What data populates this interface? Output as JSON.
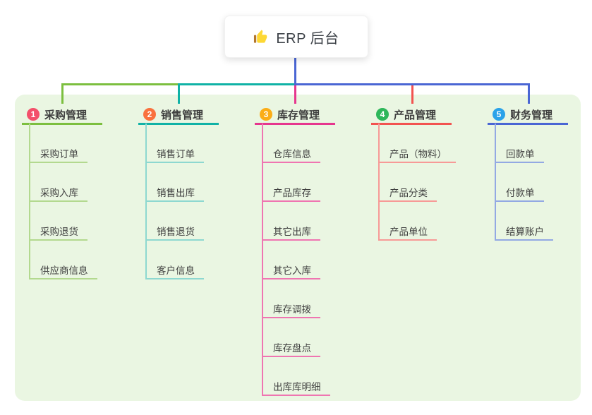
{
  "canvas_bg": "#eaf6e2",
  "root": {
    "label": "ERP 后台",
    "icon": "thumbs-up-icon",
    "icon_color": "#fdd835"
  },
  "branches": [
    {
      "badge": "1",
      "label": "采购管理",
      "badge_color": "#f3506b",
      "line_color": "#7cbf3f",
      "child_line_color": "#b3d98f",
      "children": [
        "采购订单",
        "采购入库",
        "采购退货",
        "供应商信息"
      ]
    },
    {
      "badge": "2",
      "label": "销售管理",
      "badge_color": "#f9713d",
      "line_color": "#10b2a6",
      "child_line_color": "#8ed8d0",
      "children": [
        "销售订单",
        "销售出库",
        "销售退货",
        "客户信息"
      ]
    },
    {
      "badge": "3",
      "label": "库存管理",
      "badge_color": "#fbad17",
      "line_color": "#e6368e",
      "child_line_color": "#ef75b1",
      "children": [
        "仓库信息",
        "产品库存",
        "其它出库",
        "其它入库",
        "库存调拨",
        "库存盘点",
        "出库库明细"
      ]
    },
    {
      "badge": "4",
      "label": "产品管理",
      "badge_color": "#2eb75a",
      "line_color": "#f25350",
      "child_line_color": "#f79a97",
      "children": [
        "产品（物料）",
        "产品分类",
        "产品单位"
      ]
    },
    {
      "badge": "5",
      "label": "财务管理",
      "badge_color": "#2aa2e9",
      "line_color": "#4a66d4",
      "child_line_color": "#93a9e3",
      "children": [
        "回款单",
        "付款单",
        "结算账户"
      ]
    }
  ]
}
